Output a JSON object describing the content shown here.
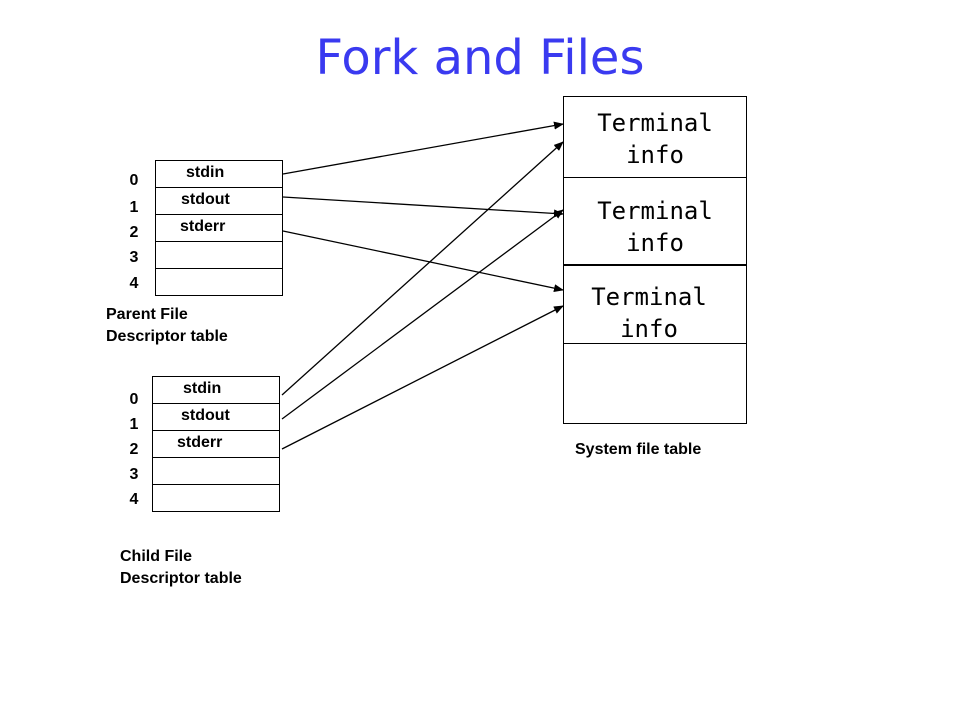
{
  "title": "Fork and Files",
  "parent_table": {
    "indices": [
      "0",
      "1",
      "2",
      "3",
      "4"
    ],
    "entries": [
      "stdin",
      "stdout",
      "stderr",
      "",
      ""
    ],
    "caption_line1": "Parent File",
    "caption_line2": "Descriptor table"
  },
  "child_table": {
    "indices": [
      "0",
      "1",
      "2",
      "3",
      "4"
    ],
    "entries": [
      "stdin",
      "stdout",
      "stderr",
      "",
      ""
    ],
    "caption_line1": "Child File",
    "caption_line2": "Descriptor table"
  },
  "system_table": {
    "entries": [
      {
        "line1": "Terminal",
        "line2": "info"
      },
      {
        "line1": "Terminal",
        "line2": "info"
      },
      {
        "line1": "Terminal",
        "line2": "info"
      }
    ],
    "caption": "System file table"
  },
  "colors": {
    "title": "#3a3af0",
    "lines": "#000000"
  }
}
